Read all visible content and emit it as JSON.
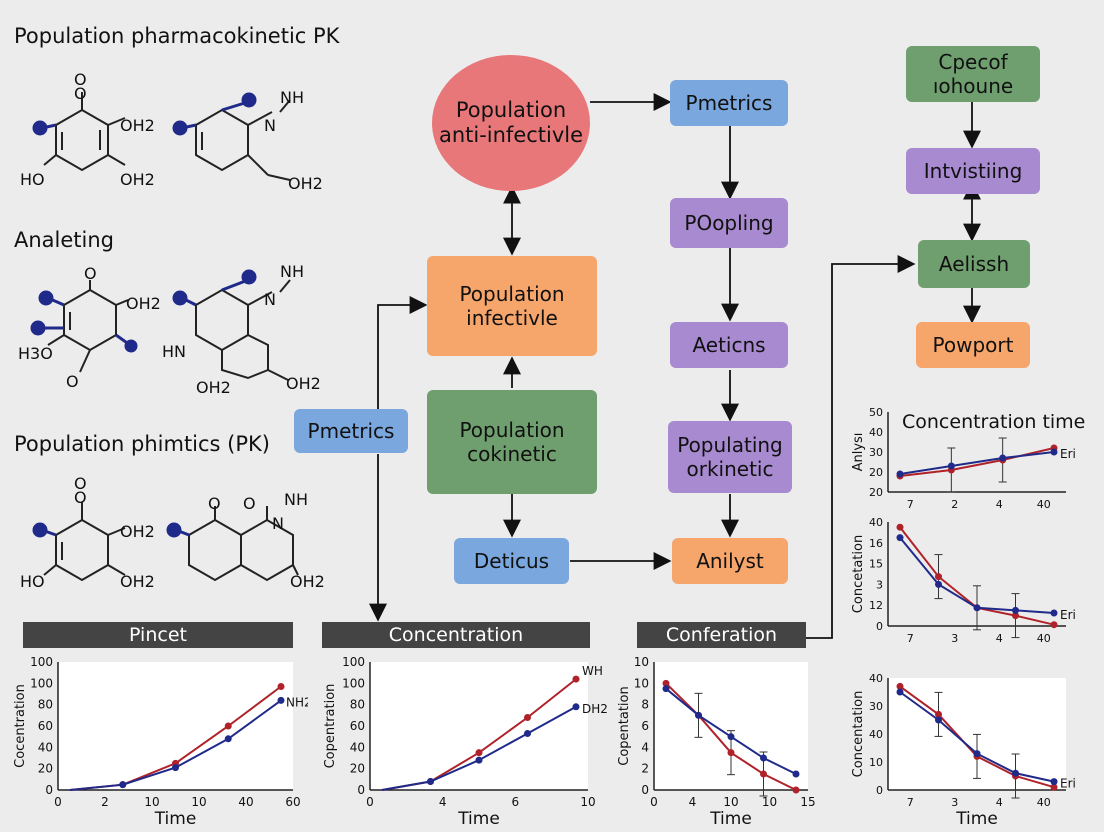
{
  "headings": {
    "h1": "Population pharmacokinetic PK",
    "h2": "Analeting",
    "h3": "Population phimtics (PK)"
  },
  "molecules": {
    "m1": {
      "top": "O",
      "top2": "O",
      "r1": "OH2",
      "bl": "HO",
      "br": "OH2"
    },
    "m2": {
      "nh": "NH",
      "n": "N",
      "oh": "OH2"
    },
    "m3": {
      "top": "O",
      "r1": "OH2",
      "bl": "H3O",
      "bottom": "O"
    },
    "m4": {
      "nh": "NH",
      "n": "N",
      "hn": "HN",
      "oh1": "OH2",
      "oh2": "OH2"
    },
    "m5": {
      "top": "O",
      "top2": "O",
      "r1": "OH2",
      "bl": "HO",
      "br": "OH2"
    },
    "m6": {
      "nh": "NH",
      "n": "N",
      "o1": "O",
      "o2": "O",
      "oh": "OH2"
    }
  },
  "nodes": {
    "circle": "Population\nanti-infectivle",
    "infectivle": "Population\ninfectivle",
    "pmetrics_left": "Pmetrics",
    "cokinetic": "Population\ncokinetic",
    "deticus": "Deticus",
    "pmetrics_top": "Pmetrics",
    "poopling": "POopling",
    "aeticns": "Aeticns",
    "populating": "Populating\norkinetic",
    "anilyst": "Anilyst",
    "cpecof": "Cpecof\nıohoune",
    "intvistiing": "Intvistiing",
    "aelissh": "Aelissh",
    "powport": "Powport"
  },
  "panels": {
    "pincet": "Pincet",
    "concentration": "Concentration",
    "conferation": "Conferation"
  },
  "colors": {
    "red_series": "#b0222a",
    "blue_series": "#1f2a8a",
    "dark_bar": "#444444"
  },
  "chart_data": [
    {
      "type": "line",
      "title": "",
      "xlabel": "Time",
      "ylabel": "Cocentration",
      "x_ticks": [
        "0",
        "2",
        "10",
        "10",
        "40",
        "60"
      ],
      "y_ticks": [
        "0",
        "20",
        "40",
        "60",
        "80",
        "100",
        "100"
      ],
      "ylim": [
        0,
        120
      ],
      "x": [
        0,
        1,
        2,
        3,
        4
      ],
      "series": [
        {
          "name": "",
          "color": "red",
          "values": [
            0,
            5,
            25,
            60,
            97
          ]
        },
        {
          "name": "NH2",
          "color": "blue",
          "values": [
            0,
            5,
            21,
            48,
            84
          ]
        }
      ]
    },
    {
      "type": "line",
      "title": "",
      "xlabel": "Time",
      "ylabel": "Copentration",
      "x_ticks": [
        "0",
        "4",
        "6",
        "10"
      ],
      "y_ticks": [
        "0",
        "20",
        "40",
        "60",
        "80",
        "100",
        "100"
      ],
      "ylim": [
        0,
        120
      ],
      "x": [
        0,
        1,
        2,
        3,
        4
      ],
      "series": [
        {
          "name": "WH",
          "color": "red",
          "values": [
            0,
            8,
            35,
            68,
            104
          ]
        },
        {
          "name": "DH2",
          "color": "blue",
          "values": [
            0,
            8,
            28,
            53,
            78
          ]
        }
      ]
    },
    {
      "type": "line",
      "title": "",
      "xlabel": "Time",
      "ylabel": "Copentation",
      "x_ticks": [
        "0",
        "4",
        "10",
        "10",
        "15"
      ],
      "y_ticks": [
        "0",
        "2",
        "4",
        "6",
        "8",
        "10",
        "10"
      ],
      "ylim": [
        0,
        12
      ],
      "x": [
        0,
        1,
        2,
        3,
        4
      ],
      "series": [
        {
          "name": "",
          "color": "red",
          "values": [
            10,
            7,
            3.5,
            1.5,
            0
          ]
        },
        {
          "name": "",
          "color": "blue",
          "values": [
            9.5,
            7,
            5,
            3,
            1.5
          ]
        }
      ]
    },
    {
      "type": "line",
      "title": "Concentration time",
      "xlabel": "",
      "ylabel": "Anlysı",
      "x_ticks": [
        "7",
        "2",
        "4",
        "40"
      ],
      "y_ticks": [
        "20",
        "20",
        "30",
        "40",
        "50"
      ],
      "ylim": [
        10,
        50
      ],
      "x": [
        0,
        1,
        2,
        3
      ],
      "series": [
        {
          "name": "",
          "color": "red",
          "values": [
            18,
            21,
            26,
            32
          ]
        },
        {
          "name": "Eri",
          "color": "blue",
          "values": [
            19,
            23,
            27,
            30
          ]
        }
      ]
    },
    {
      "type": "line",
      "title": "",
      "xlabel": "",
      "ylabel": "Concetation",
      "x_ticks": [
        "7",
        "3",
        "4",
        "40"
      ],
      "y_ticks": [
        "0",
        "12",
        "3",
        "15",
        "16",
        "40"
      ],
      "ylim": [
        0,
        40
      ],
      "x": [
        0,
        1,
        2,
        3,
        4
      ],
      "series": [
        {
          "name": "",
          "color": "red",
          "values": [
            38,
            19,
            7,
            4,
            0.5
          ]
        },
        {
          "name": "Eri",
          "color": "blue",
          "values": [
            34,
            16,
            7,
            6,
            5
          ]
        }
      ]
    },
    {
      "type": "line",
      "title": "",
      "xlabel": "Time",
      "ylabel": "Concentation",
      "x_ticks": [
        "7",
        "3",
        "4",
        "40"
      ],
      "y_ticks": [
        "0",
        "10",
        "40",
        "30",
        "40"
      ],
      "ylim": [
        0,
        40
      ],
      "x": [
        0,
        1,
        2,
        3,
        4
      ],
      "series": [
        {
          "name": "",
          "color": "red",
          "values": [
            37,
            27,
            12,
            5,
            1
          ]
        },
        {
          "name": "Eri",
          "color": "blue",
          "values": [
            35,
            25,
            13,
            6,
            3
          ]
        }
      ]
    }
  ]
}
